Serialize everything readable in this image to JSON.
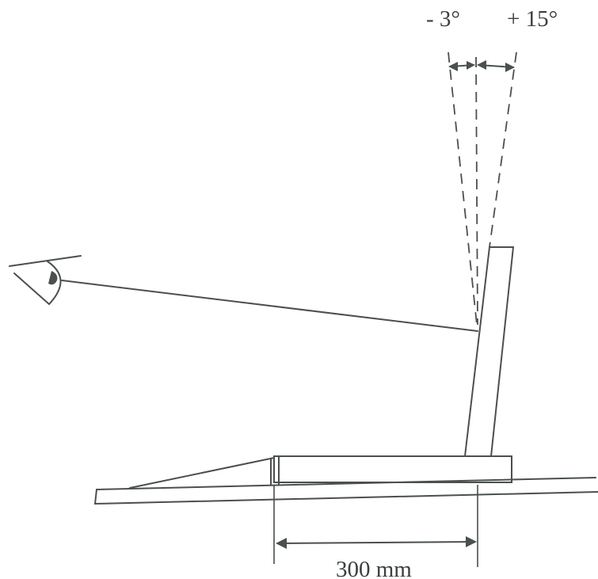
{
  "figure": {
    "labels": {
      "tilt_negative": "- 3°",
      "tilt_positive": "+ 15°",
      "distance": "300 mm"
    },
    "colors": {
      "line": "#4a4f4f",
      "text": "#3a3f3f",
      "background": "#ffffff"
    },
    "icons": [
      "eye-icon"
    ]
  }
}
